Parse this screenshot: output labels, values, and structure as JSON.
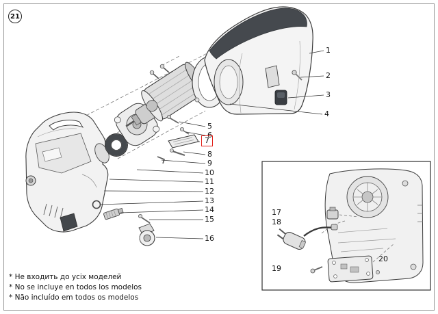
{
  "figure": {
    "number": "21"
  },
  "parts": [
    {
      "label": "1"
    },
    {
      "label": "2"
    },
    {
      "label": "3"
    },
    {
      "label": "4"
    },
    {
      "label": "5"
    },
    {
      "label": "6"
    },
    {
      "label": "7"
    },
    {
      "label": "8"
    },
    {
      "label": "9"
    },
    {
      "label": "10"
    },
    {
      "label": "11"
    },
    {
      "label": "12"
    },
    {
      "label": "13"
    },
    {
      "label": "14"
    },
    {
      "label": "15"
    },
    {
      "label": "16"
    },
    {
      "label": "17"
    },
    {
      "label": "18"
    },
    {
      "label": "19"
    },
    {
      "label": "20"
    }
  ],
  "highlight": {
    "part": "7",
    "color": "#e2231c"
  },
  "footnotes": [
    "* Не входить до усіх моделей",
    "* No se incluye en todos los modelos",
    "* Não incluído em todos os modelos"
  ]
}
